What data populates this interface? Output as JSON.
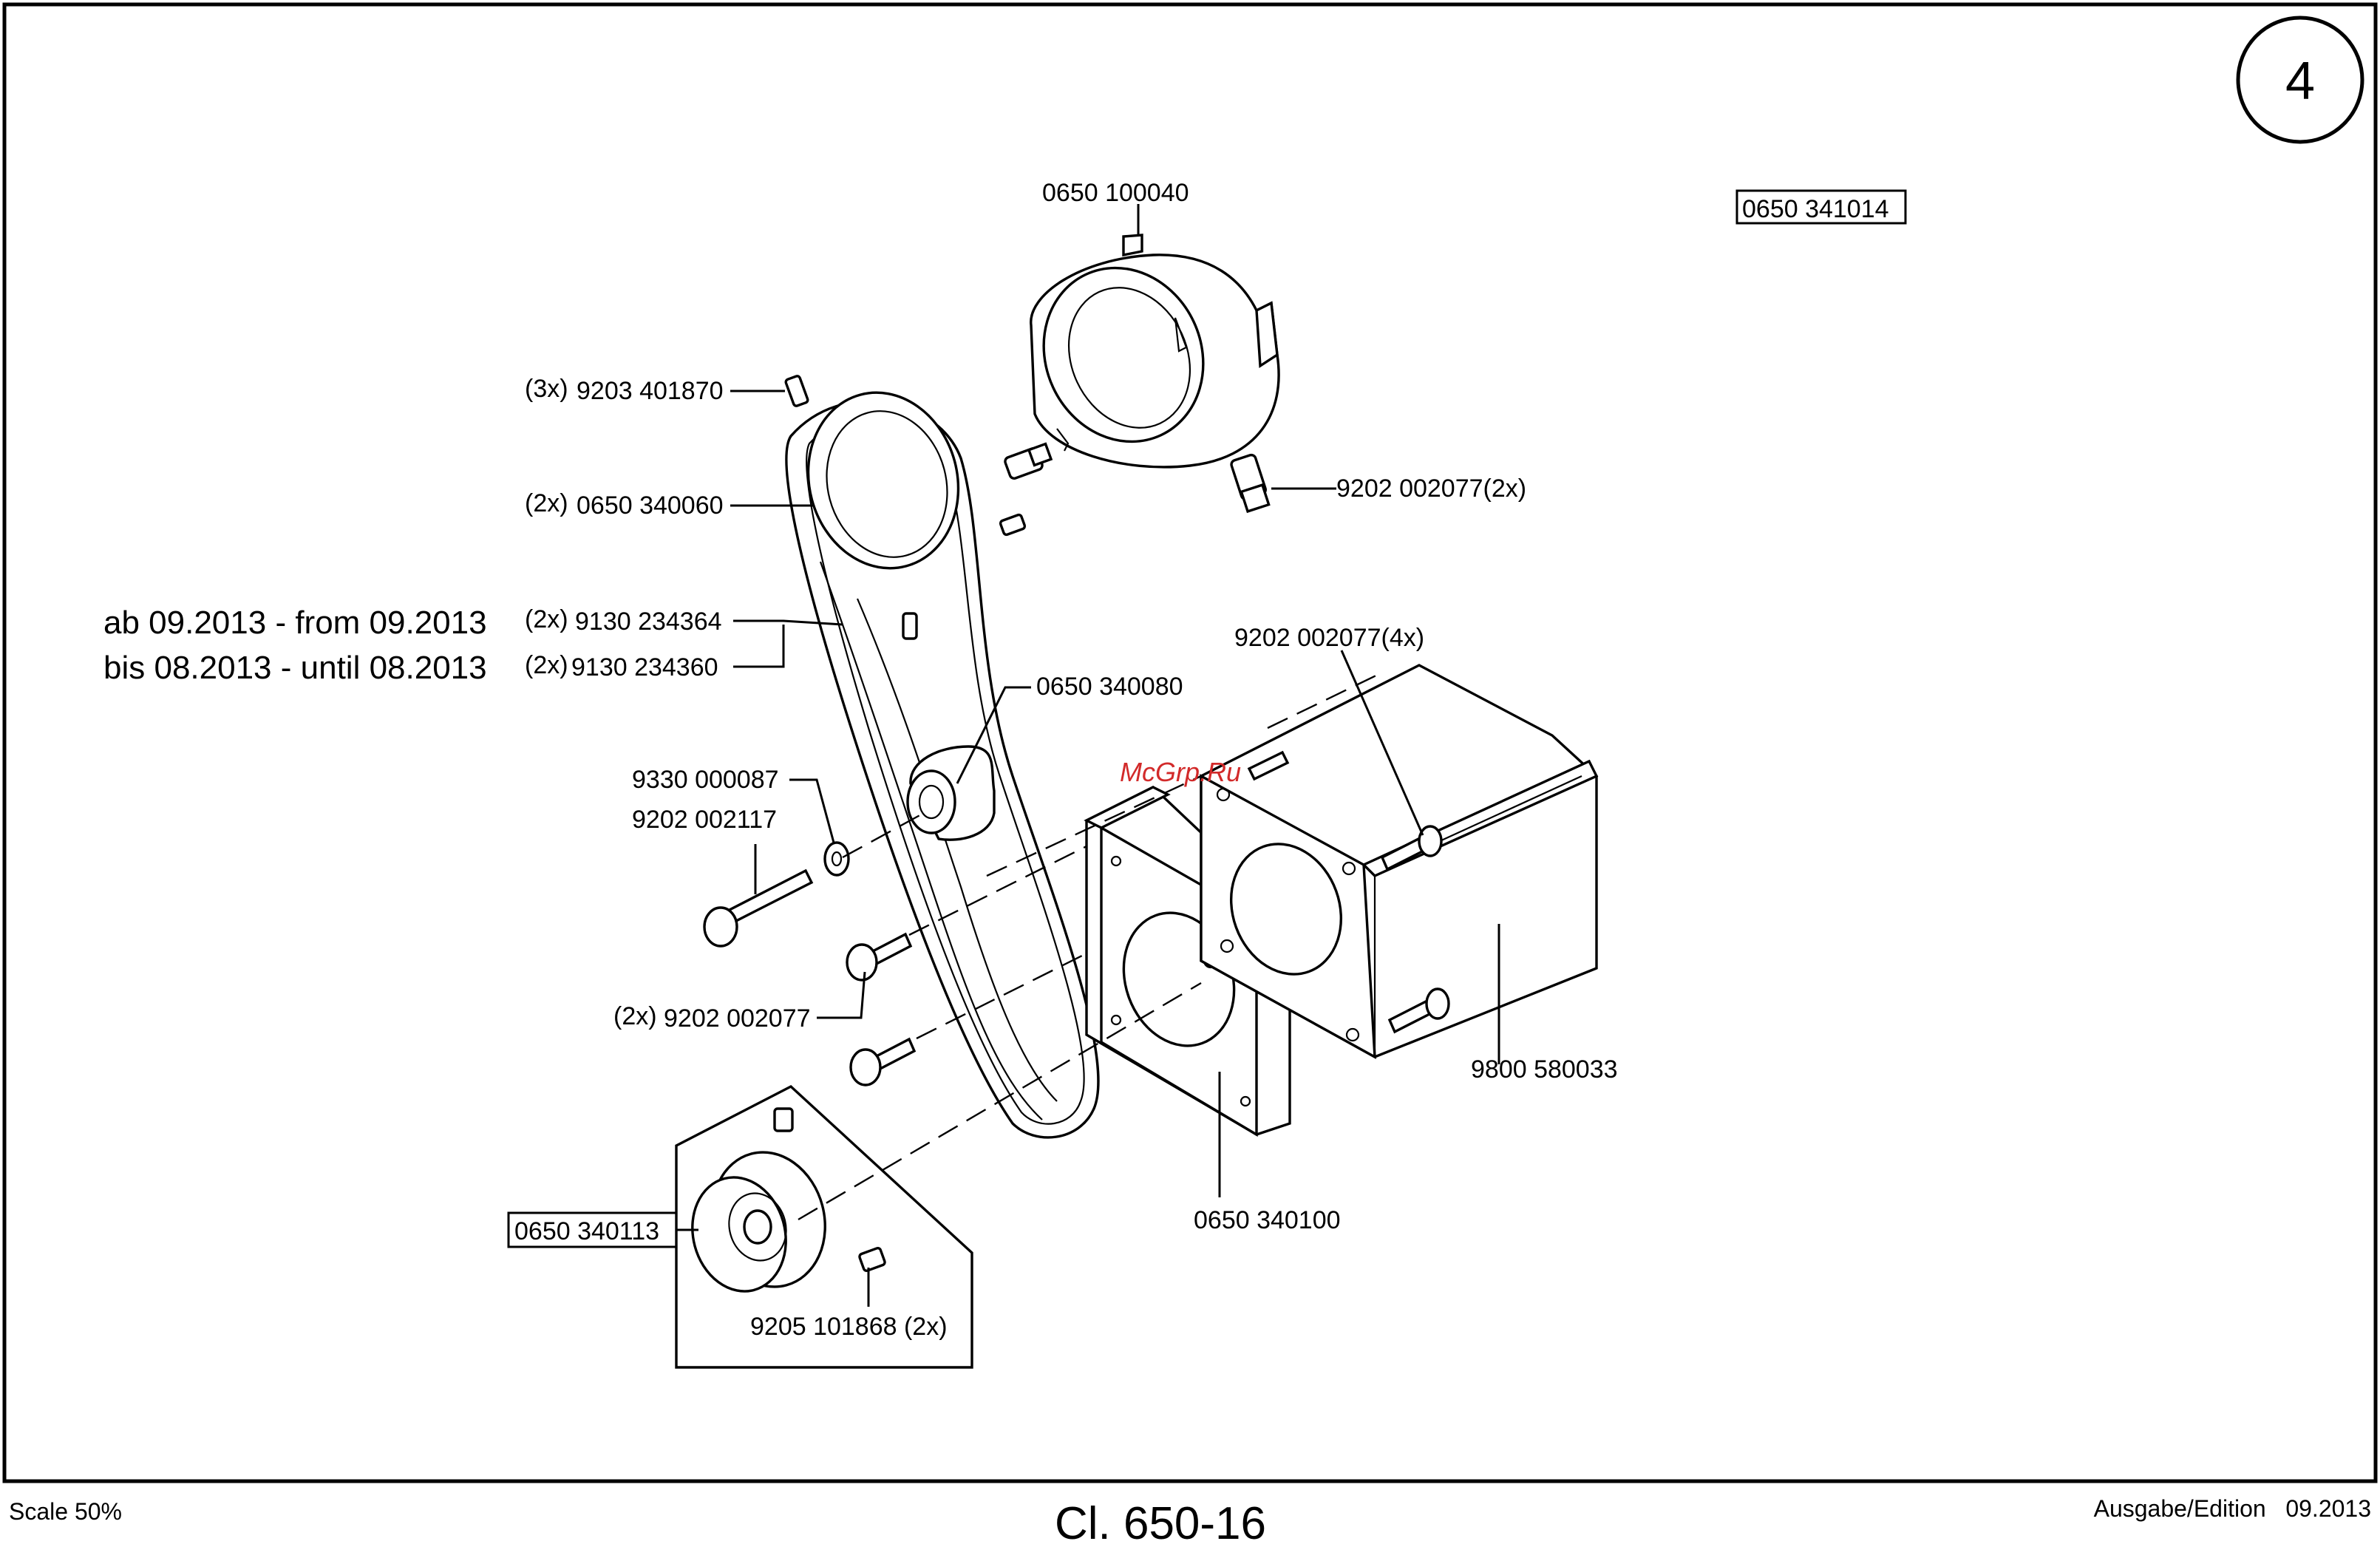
{
  "page": {
    "number": "4"
  },
  "assembly": {
    "main_ref": "0650 341014"
  },
  "callouts": {
    "housing": "0650 100040",
    "screw_3x_qty": "(3x)",
    "screw_3x": "9203 401870",
    "belt_2x_qty": "(2x)",
    "belt_2x": "0650 340060",
    "from_note": "ab 09.2013 - from 09.2013",
    "from_qty": "(2x)",
    "from_part": "9130 234364",
    "until_note": "bis 08.2013 - until 08.2013",
    "until_qty": "(2x)",
    "until_part": "9130 234360",
    "housing_screw": "9202 002077(2x)",
    "motor_screw": "9202 002077(4x)",
    "tensioner": "0650 340080",
    "washer": "9330 000087",
    "bolt": "9202 002117",
    "plate_screw_qty": "(2x)",
    "plate_screw": "9202 002077",
    "motor": "9800 580033",
    "plate": "0650 340100",
    "pulley_ref": "0650 340113",
    "set_screw": "9205 101868 (2x)"
  },
  "watermark": "McGrp.Ru",
  "footer": {
    "scale": "Scale 50%",
    "title": "Cl. 650-16",
    "edition": "Ausgabe/Edition   09.2013"
  }
}
